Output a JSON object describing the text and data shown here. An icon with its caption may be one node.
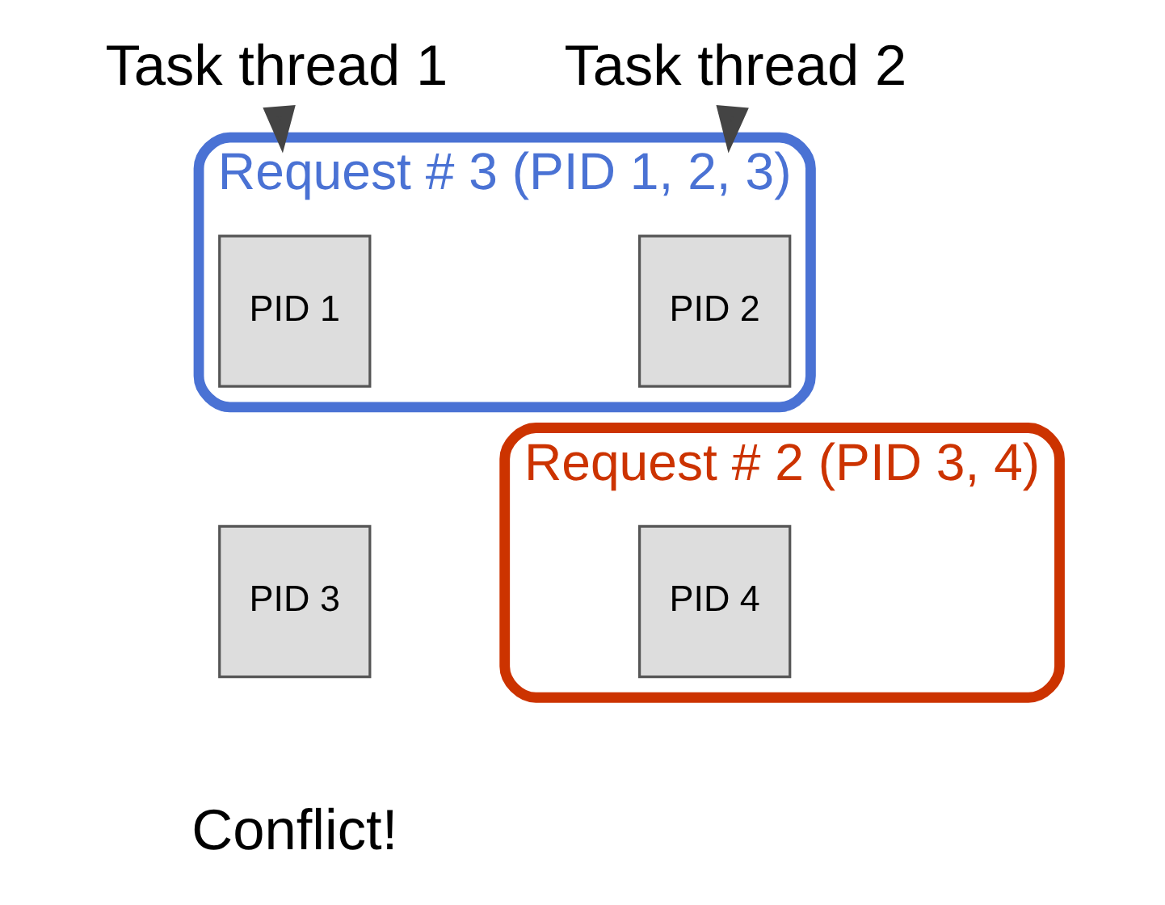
{
  "diagram": {
    "nodes": [
      {
        "text": [
          "Task thread 1"
        ]
      },
      {
        "text": [
          "Task thread 2"
        ]
      },
      {
        "text": [
          "Request # 3 (PID 1, 2, 3)"
        ]
      },
      {
        "text": [
          "Request # 2 (PID 3, 4)"
        ]
      },
      {
        "text": [
          "PID 1"
        ],
        "in": 2
      },
      {
        "text": [
          "PID 2"
        ],
        "in": 2
      },
      {
        "text": [
          "PID 3"
        ]
      },
      {
        "text": [
          "PID 4"
        ],
        "in": 3
      }
    ],
    "edges": [
      {
        "from": 0,
        "to": 2,
        "arrow": "to"
      },
      {
        "from": 1,
        "to": 2,
        "arrow": "to"
      }
    ],
    "labels": [
      "Conflict!"
    ]
  }
}
